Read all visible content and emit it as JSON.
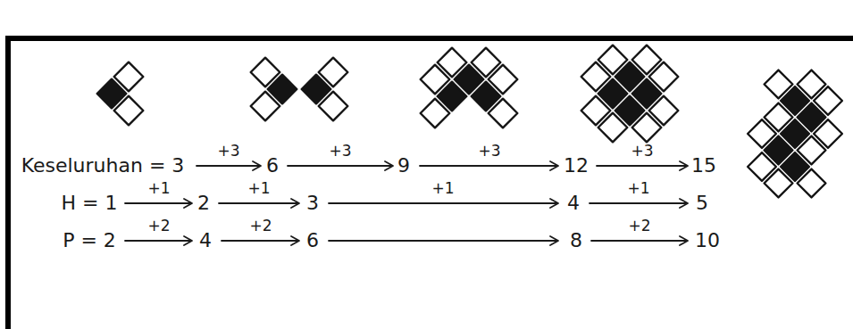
{
  "diagram": {
    "labels": [
      "Keseluruhan = 3",
      "+3",
      "6",
      "+3",
      "9",
      "+3",
      "12",
      "+3",
      "15",
      "H = 1",
      "+1",
      "2",
      "+1",
      "3",
      "+1",
      "4",
      "+1",
      "5",
      "P = 2",
      "+2",
      "4",
      "+2",
      "6",
      "8",
      "+2",
      "10"
    ]
  }
}
